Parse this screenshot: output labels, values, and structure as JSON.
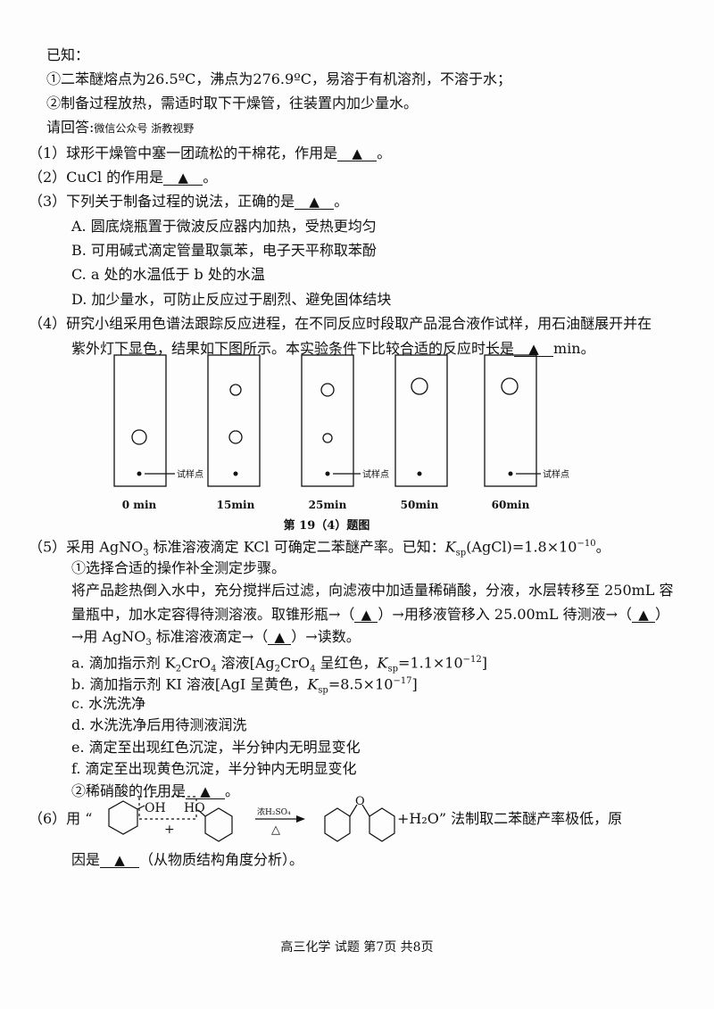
{
  "blank": "▲",
  "known": {
    "title": "已知：",
    "item1": "①二苯醚熔点为26.5ºC，沸点为276.9ºC，易溶于有机溶剂，不溶于水；",
    "item2": "②制备过程放热，需适时取下干燥管，往装置内加少量水。"
  },
  "answer_label": "请回答:",
  "watermark": "微信公众号 浙教视野",
  "q1": {
    "pre": "（1）球形干燥管中塞一团疏松的干棉花，作用是",
    "post": "。"
  },
  "q2": {
    "pre": "（2）CuCl 的作用是",
    "post": "。"
  },
  "q3": {
    "pre": "（3）下列关于制备过程的说法，正确的是",
    "post": "。",
    "options": [
      "A. 圆底烧瓶置于微波反应器内加热，受热更均匀",
      "B. 可用碱式滴定管量取氯苯，电子天平称取苯酚",
      "C. a 处的水温低于 b 处的水温",
      "D. 加少量水，可防止反应过于剧烈、避免固体结块"
    ]
  },
  "q4": {
    "line1": "（4）研究小组采用色谱法跟踪反应进程，在不同反应时段取产品混合液作试样，用石油醚展开并在",
    "line2_pre": "紫外灯下显色，结果如下图所示。本实验条件下比较合适的反应时长是",
    "line2_post": "min。",
    "figure": {
      "sample_label": "试样点",
      "times": [
        "0 min",
        "15min",
        "25min",
        "50min",
        "60min"
      ],
      "caption": "第 19（4）题图"
    }
  },
  "q5": {
    "pre": "（5）采用 AgNO",
    "sub3": "3",
    "mid": " 标准溶液滴定 KCl 可确定二苯醚产率。已知：",
    "K": "K",
    "sp": "sp",
    "ksp_expr": "(AgCl)=1.8×10",
    "exp": "−10",
    "end": "。",
    "sub1": "①选择合适的操作补全测定步骤。",
    "para1": "将产品趁热倒入水中，充分搅拌后过滤，向滤液中加适量稀硝酸，分液，水层转移至 250mL 容",
    "para2a": "量瓶中，加水定容得待测溶液。取锥形瓶→（",
    "para2b": "）→用移液管移入 25.00mL 待测液→（",
    "para2c": "）",
    "para3a": "→用 AgNO",
    "para3b": " 标准溶液滴定→（",
    "para3c": "）→读数。",
    "a": {
      "t1": "a. 滴加指示剂 K",
      "s1": "2",
      "t2": "CrO",
      "s2": "4",
      "t3": " 溶液[Ag",
      "s3": "2",
      "t4": "CrO",
      "s4": "4",
      "t5": " 呈红色，",
      "t6": "=1.1×10",
      "e": "−12",
      "t7": "]"
    },
    "b": {
      "t1": "b. 滴加指示剂 KI 溶液[AgI 呈黄色，",
      "t2": "=8.5×10",
      "e": "−17",
      "t3": "]"
    },
    "c": "c. 水洗洗净",
    "d": "d. 水洗洗净后用待测液润洗",
    "e": "e. 滴定至出现红色沉淀，半分钟内无明显变化",
    "f": "f. 滴定至出现黄色沉淀，半分钟内无明显变化",
    "sub2_pre": "②稀硝酸的作用是",
    "sub2_post": "。"
  },
  "q6": {
    "pre": "（6）用 “",
    "oh": "OH",
    "ho": "HO",
    "plus": "+",
    "reagent": "浓H₂SO₄",
    "heat": "△",
    "o": "O",
    "post": "+H₂O” 法制取二苯醚产率极低，原",
    "line2_pre": "因是",
    "line2_post": "（从物质结构角度分析）。"
  },
  "footer": "高三化学 试题 第7页 共8页"
}
